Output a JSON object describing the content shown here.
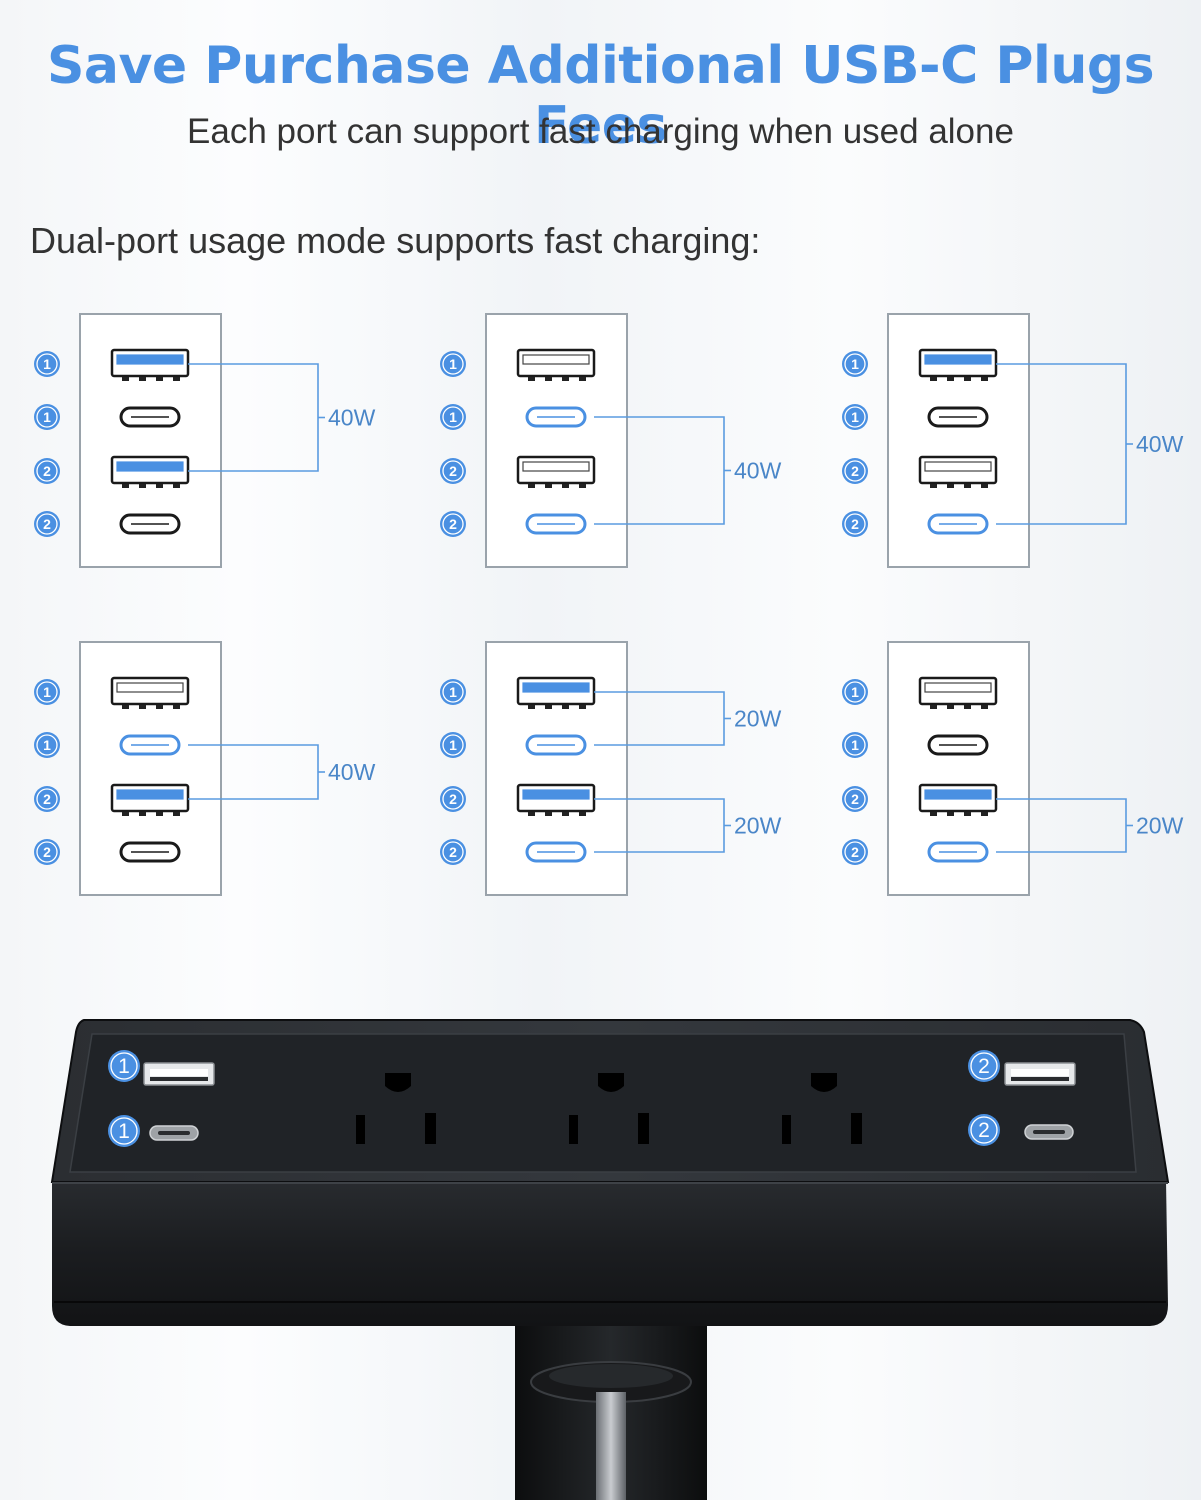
{
  "header": {
    "headline": "Save Purchase Additional USB-C Plugs Fees",
    "subheadline": "Each port can support fast charging when used alone"
  },
  "intro": "Dual-port usage mode supports fast charging:",
  "colors": {
    "accent": "#4a90e2",
    "connector_line": "#5a9be0",
    "panel_border": "#9aa3ab",
    "port_inactive": "#1a1a1a",
    "strip_body": "#16181b"
  },
  "port_rows": [
    {
      "number": "1",
      "port": "usb-a"
    },
    {
      "number": "1",
      "port": "usb-c"
    },
    {
      "number": "2",
      "port": "usb-a"
    },
    {
      "number": "2",
      "port": "usb-c"
    }
  ],
  "configs": [
    {
      "active": [
        true,
        false,
        true,
        false
      ],
      "groups": [
        {
          "rows": [
            0,
            2
          ],
          "label": "40W"
        }
      ]
    },
    {
      "active": [
        false,
        true,
        false,
        true
      ],
      "groups": [
        {
          "rows": [
            1,
            3
          ],
          "label": "40W"
        }
      ]
    },
    {
      "active": [
        true,
        false,
        false,
        true
      ],
      "groups": [
        {
          "rows": [
            0,
            3
          ],
          "label": "40W"
        }
      ]
    },
    {
      "active": [
        false,
        true,
        true,
        false
      ],
      "groups": [
        {
          "rows": [
            1,
            2
          ],
          "label": "40W"
        }
      ]
    },
    {
      "active": [
        true,
        true,
        true,
        true
      ],
      "groups": [
        {
          "rows": [
            0,
            1
          ],
          "label": "20W"
        },
        {
          "rows": [
            2,
            3
          ],
          "label": "20W"
        }
      ]
    },
    {
      "active": [
        false,
        false,
        true,
        true
      ],
      "groups": [
        {
          "rows": [
            2,
            3
          ],
          "label": "20W"
        }
      ]
    }
  ],
  "product": {
    "left_badges": [
      "1",
      "1"
    ],
    "right_badges": [
      "2",
      "2"
    ],
    "outlets": 3
  }
}
